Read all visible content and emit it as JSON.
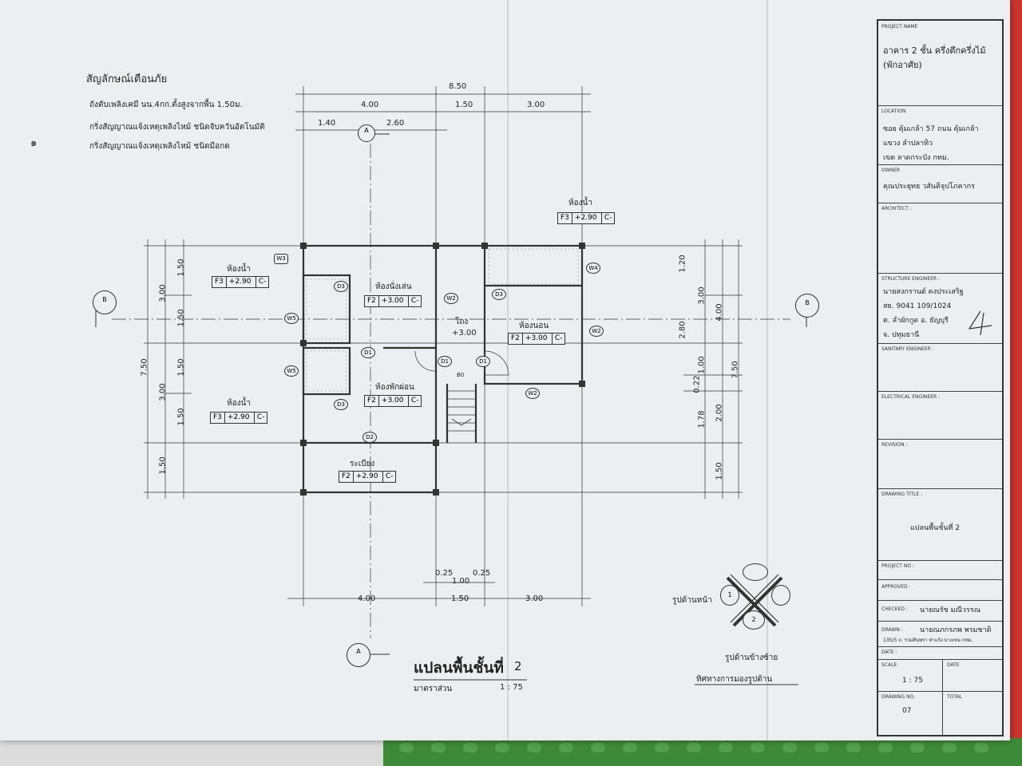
{
  "legend": {
    "title": "สัญลักษณ์เตือนภัย",
    "items": [
      "ถังดับเพลิงเคมี นน.4กก.ตั้งสูงจากพื้น 1.50ม.",
      "กริ่งสัญญาณแจ้งเหตุเพลิงไหม้ ชนิดจับควันอัตโนมัติ",
      "กริ่งสัญญาณแจ้งเหตุเพลิงไหม้ ชนิดมือกด"
    ],
    "side_mark": "๑"
  },
  "dims": {
    "top_total": "8.50",
    "top_row": [
      "4.00",
      "1.50",
      "3.00"
    ],
    "top_sub": [
      "1.40",
      "2.60"
    ],
    "bottom_row": [
      "4.00",
      "1.50",
      "3.00"
    ],
    "bottom_sub": [
      "0.25",
      "1.00",
      "0.25"
    ],
    "left_outer": "7.50",
    "left_mid": [
      "3.00",
      "3.00",
      "1.50"
    ],
    "left_inner": [
      "1.50",
      "1.50",
      "1.50",
      "1.50"
    ],
    "right_outer": "7.50",
    "right_mid": [
      "3.00",
      "4.00"
    ],
    "right_inner": [
      "1.20",
      "2.80",
      "1.00",
      "0.22",
      "1.78",
      "2.00",
      "1.50"
    ]
  },
  "sections": {
    "a": "A",
    "b": "B"
  },
  "rooms": [
    {
      "name": "ห้องน้ำ",
      "code": "F3",
      "level": "+2.90",
      "ceiling": "C-"
    },
    {
      "name": "ห้องนั่งเล่น",
      "code": "F2",
      "level": "+3.00",
      "ceiling": "C-"
    },
    {
      "name": "ห้องน้ำ",
      "code": "F3",
      "level": "+2.90",
      "ceiling": "C-"
    },
    {
      "name": "ห้องนอน",
      "code": "F2",
      "level": "+3.00",
      "ceiling": "C-"
    },
    {
      "name": "ห้องพักผ่อน",
      "code": "F2",
      "level": "+3.00",
      "ceiling": "C-"
    },
    {
      "name": "ห้องน้ำ",
      "code": "F3",
      "level": "+2.90",
      "ceiling": "C-"
    },
    {
      "name": "ระเบียง",
      "code": "F2",
      "level": "+2.90",
      "ceiling": "C-"
    }
  ],
  "hall": {
    "name": "โถง",
    "level": "+3.00"
  },
  "stair_label": "B0",
  "openings": [
    "W3",
    "D3",
    "W5",
    "W5",
    "D3",
    "W2",
    "D3",
    "W4",
    "W2",
    "W2",
    "D1",
    "D1",
    "D1",
    "D2"
  ],
  "drawing_title": {
    "main": "แปลนพื้นชั้นที่",
    "number": "2",
    "scale_label": "มาตราส่วน",
    "scale": "1 : 75"
  },
  "key": {
    "front": "รูปด้านหน้า",
    "left": "รูปด้านข้างซ้าย",
    "direction": "ทิศทางการมองรูปด้าน",
    "n1": "1",
    "n2": "2"
  },
  "title_block": {
    "project_name_label": "PROJECT NAME",
    "project_name": [
      "อาคาร 2 ชั้น ครึ่งตึกครึ่งไม้",
      "(พักอาศัย)"
    ],
    "location_label": "LOCATION",
    "location": [
      "ซอย  คุ้มเกล้า 57   ถนน คุ้มเกล้า",
      "แขวง  ลำปลาทิว",
      "เขต   ลาดกระบัง           กทม."
    ],
    "owner_label": "OWNER",
    "owner": "คุณประยุทธ วสันติจุปโภคากร",
    "architect_label": "ARCHITECT :",
    "structure_label": "STRUCTURE ENGINEER :",
    "structure": [
      "นายสงกรานต์ คงประเสริฐ",
      "สย. 9041   109/1024",
      "ต. ลำผักกูด  อ. ธัญบุรี",
      "จ. ปทุมธานี"
    ],
    "sanitary_label": "SANITARY ENGINEER :",
    "electrical_label": "ELECTRICAL ENGINEER :",
    "revision_label": "REVISION :",
    "drawing_title_label": "DRAWING TITLE :",
    "drawing_title": "แปลนพื้นชั้นที่ 2",
    "project_no_label": "PROJECT NO :",
    "approved_label": "APPROVED :",
    "checked_label": "CHECKED :",
    "checked": "นายณรัช  มณีวรรณ",
    "drawn_label": "DRAWN :",
    "drawn": "นายณภกรภพ  พรมชาติ",
    "drawn_addr": "135/5 ถ. รวมสินพรา ท่าแร้ง บางเขน กทม.",
    "date_label": "DATE :",
    "scale_label": "SCALE",
    "date2_label": "DATE",
    "scale": "1 : 75",
    "drawing_no_label": "DRAWING NO.",
    "total_label": "TOTAL",
    "drawing_no": "07"
  }
}
